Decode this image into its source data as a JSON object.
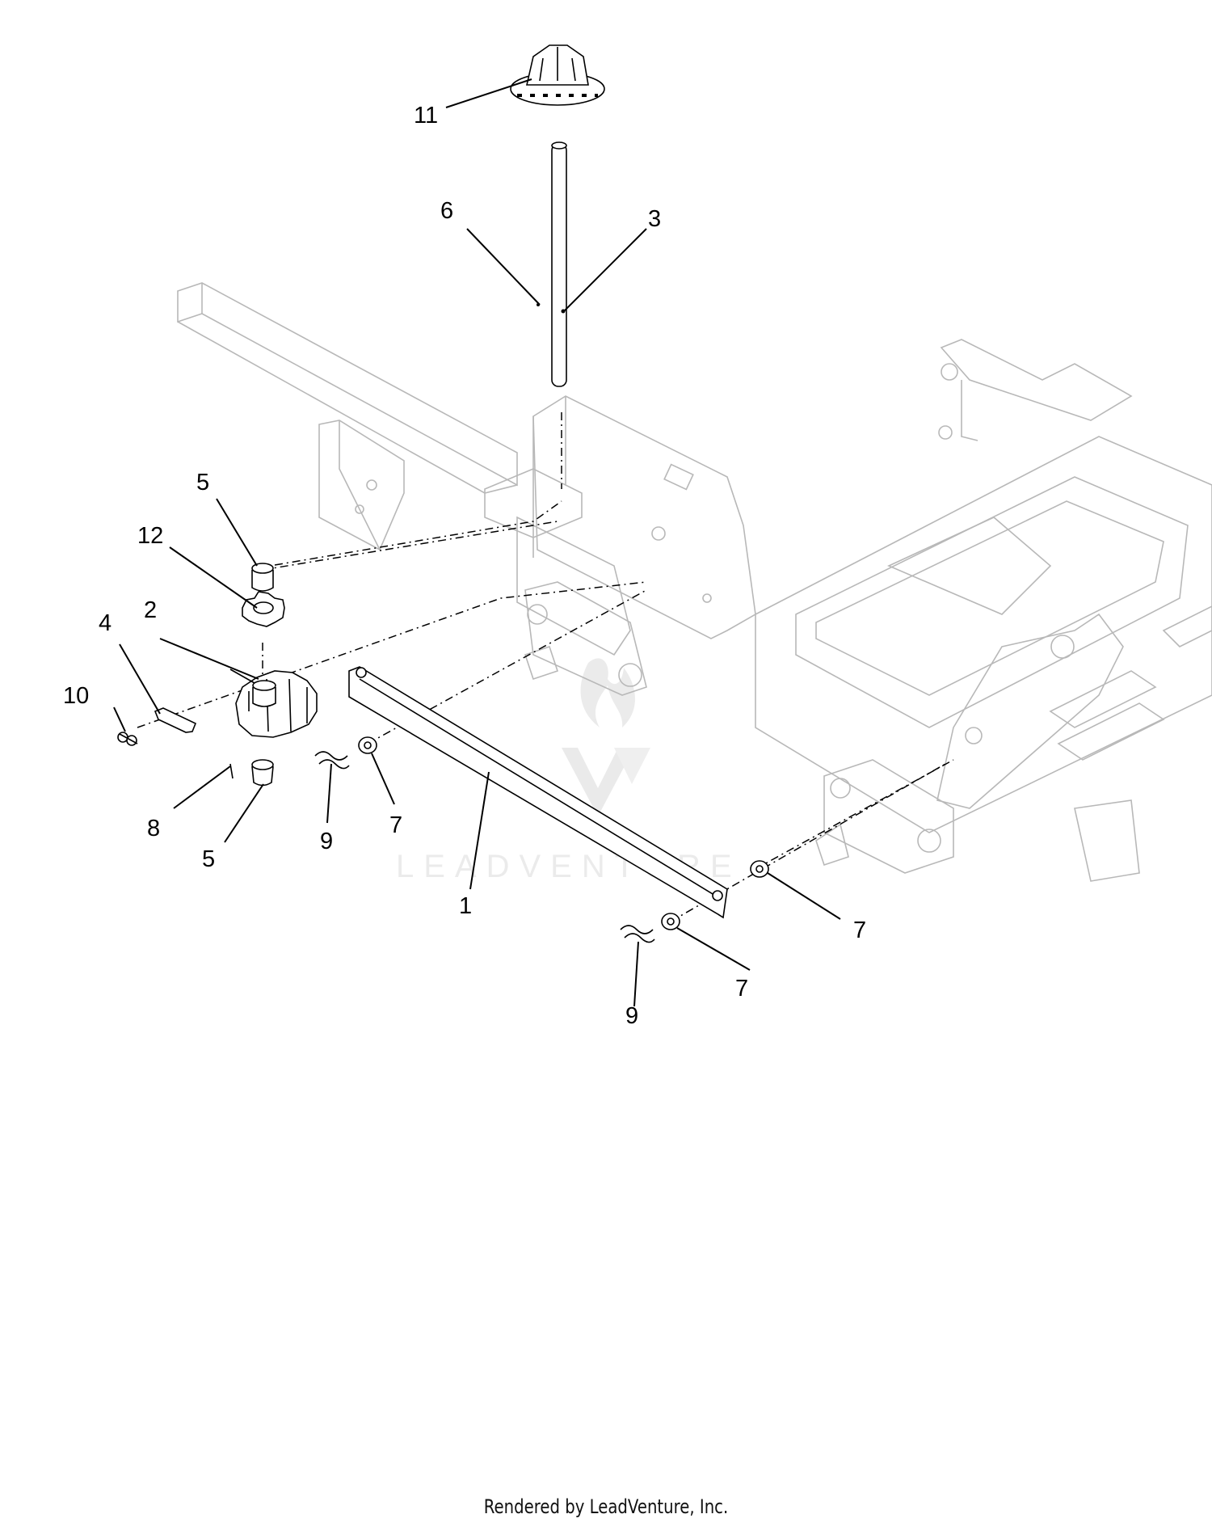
{
  "callouts": [
    {
      "id": "c11",
      "label": "11"
    },
    {
      "id": "c6",
      "label": "6"
    },
    {
      "id": "c3",
      "label": "3"
    },
    {
      "id": "c5a",
      "label": "5"
    },
    {
      "id": "c12",
      "label": "12"
    },
    {
      "id": "c4",
      "label": "4"
    },
    {
      "id": "c2",
      "label": "2"
    },
    {
      "id": "c10",
      "label": "10"
    },
    {
      "id": "c8",
      "label": "8"
    },
    {
      "id": "c5b",
      "label": "5"
    },
    {
      "id": "c9a",
      "label": "9"
    },
    {
      "id": "c7a",
      "label": "7"
    },
    {
      "id": "c1",
      "label": "1"
    },
    {
      "id": "c7b",
      "label": "7"
    },
    {
      "id": "c7c",
      "label": "7"
    },
    {
      "id": "c9b",
      "label": "9"
    }
  ],
  "watermark": "LEADVENTURE",
  "footer": "Rendered by LeadVenture, Inc."
}
